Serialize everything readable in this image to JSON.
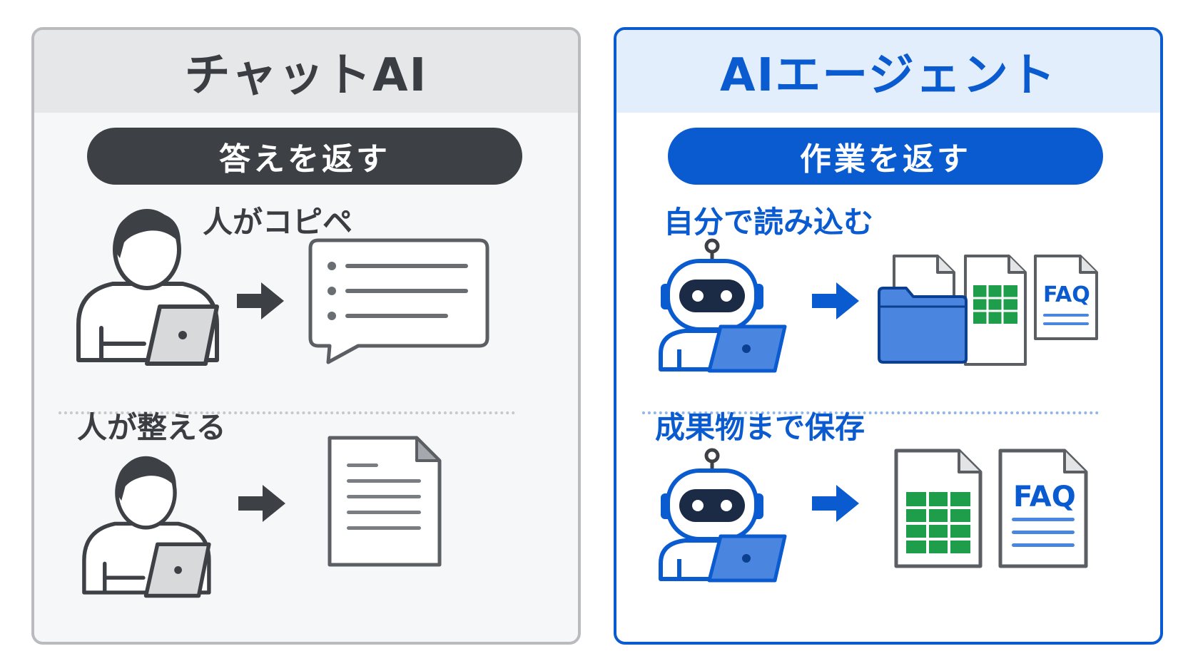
{
  "left_panel": {
    "title": "チャットAI",
    "pill": "答えを返す",
    "step1_label": "人がコピペ",
    "step2_label": "人が整える"
  },
  "right_panel": {
    "title": "AIエージェント",
    "pill": "作業を返す",
    "step1_label": "自分で読み込む",
    "step2_label": "成果物まで保存",
    "faq_small": "FAQ",
    "faq_large": "FAQ"
  },
  "colors": {
    "gray_dark": "#3d4146",
    "gray_border": "#b9bbbe",
    "blue": "#0b5bd0",
    "blue_light": "#4a86e0",
    "green": "#1e9e4a"
  },
  "icons": [
    "person-laptop-icon",
    "arrow-right-icon",
    "chat-bubble-icon",
    "document-icon",
    "robot-laptop-icon",
    "folder-icon",
    "spreadsheet-icon",
    "faq-document-icon"
  ]
}
